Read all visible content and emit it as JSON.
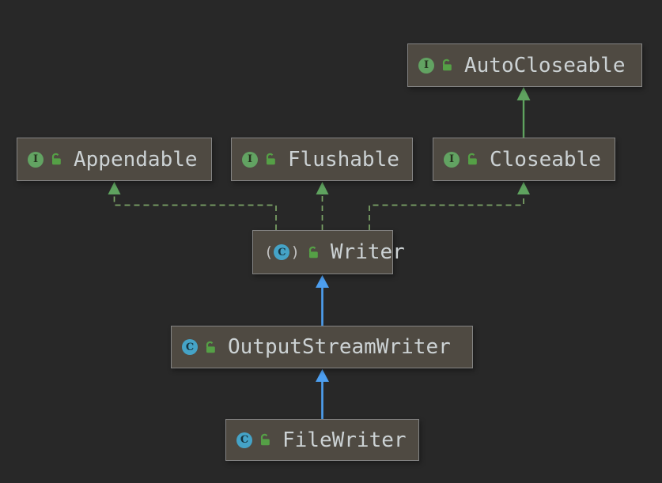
{
  "diagram": {
    "type": "uml-class-diagram",
    "nodes": {
      "autocloseable": {
        "label": "AutoCloseable",
        "kind": "interface",
        "icon_letter": "I"
      },
      "appendable": {
        "label": "Appendable",
        "kind": "interface",
        "icon_letter": "I"
      },
      "flushable": {
        "label": "Flushable",
        "kind": "interface",
        "icon_letter": "I"
      },
      "closeable": {
        "label": "Closeable",
        "kind": "interface",
        "icon_letter": "I"
      },
      "writer": {
        "label": "Writer",
        "kind": "abstract-class",
        "icon_letter": "C",
        "paren_left": "(",
        "paren_right": ")"
      },
      "outputstreamwriter": {
        "label": "OutputStreamWriter",
        "kind": "class",
        "icon_letter": "C"
      },
      "filewriter": {
        "label": "FileWriter",
        "kind": "class",
        "icon_letter": "C"
      }
    },
    "edges": [
      {
        "from": "Closeable",
        "to": "AutoCloseable",
        "relation": "extends",
        "style": "solid-green"
      },
      {
        "from": "Writer",
        "to": "Appendable",
        "relation": "implements",
        "style": "dashed-green"
      },
      {
        "from": "Writer",
        "to": "Flushable",
        "relation": "implements",
        "style": "dashed-green"
      },
      {
        "from": "Writer",
        "to": "Closeable",
        "relation": "implements",
        "style": "dashed-green"
      },
      {
        "from": "OutputStreamWriter",
        "to": "Writer",
        "relation": "extends",
        "style": "solid-blue"
      },
      {
        "from": "FileWriter",
        "to": "OutputStreamWriter",
        "relation": "extends",
        "style": "solid-blue"
      }
    ],
    "colors": {
      "background": "#282828",
      "node_fill": "#4f4a42",
      "node_border": "#848484",
      "label_text": "#ccd2d4",
      "green": "#5fa35f",
      "dash_green": "#7ca567",
      "blue": "#4d9ff0",
      "interface_icon": "#62a362",
      "class_icon": "#45a3c7",
      "lock_green": "#55a046",
      "paren": "#c2c2c2"
    }
  }
}
